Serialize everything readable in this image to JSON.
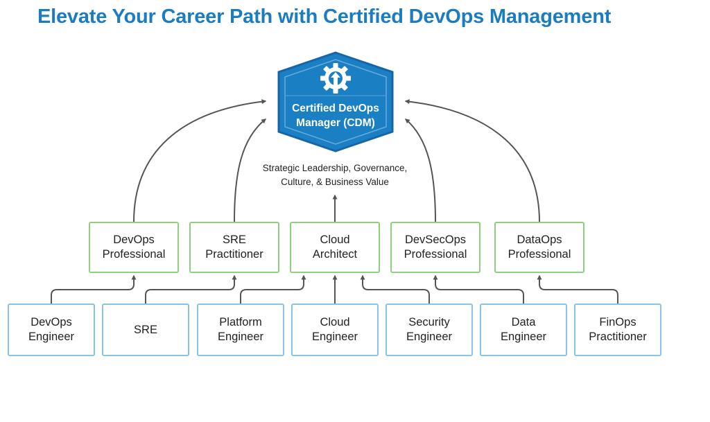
{
  "title": "Elevate Your Career Path with Certified DevOps Management",
  "badge": {
    "line1": "Certified DevOps",
    "line2": "Manager (CDM)",
    "icon": "gear-arrow-icon"
  },
  "subtitle": {
    "line1": "Strategic Leadership, Governance,",
    "line2": "Culture, & Business Value"
  },
  "professional_roles": [
    {
      "line1": "DevOps",
      "line2": "Professional"
    },
    {
      "line1": "SRE",
      "line2": "Practitioner"
    },
    {
      "line1": "Cloud",
      "line2": "Architect"
    },
    {
      "line1": "DevSecOps",
      "line2": "Professional"
    },
    {
      "line1": "DataOps",
      "line2": "Professional"
    }
  ],
  "engineer_roles": [
    {
      "line1": "DevOps",
      "line2": "Engineer"
    },
    {
      "line1": "SRE",
      "line2": ""
    },
    {
      "line1": "Platform",
      "line2": "Engineer"
    },
    {
      "line1": "Cloud",
      "line2": "Engineer"
    },
    {
      "line1": "Security",
      "line2": "Engineer"
    },
    {
      "line1": "Data",
      "line2": "Engineer"
    },
    {
      "line1": "FinOps",
      "line2": "Practitioner"
    }
  ],
  "colors": {
    "title": "#1c7cc0",
    "badge": "#1b7fc4",
    "professional_border": "#8ccf7c",
    "engineer_border": "#86c4e4",
    "arrows": "#555555"
  }
}
